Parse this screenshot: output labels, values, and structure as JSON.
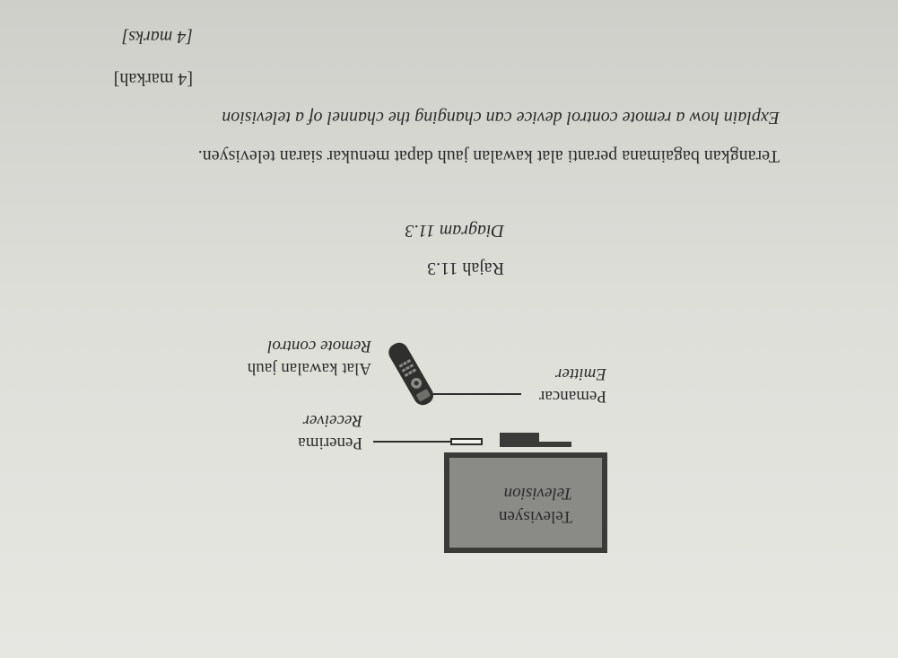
{
  "diagram": {
    "television_ms": "Televisyen",
    "television_en": "Television",
    "receiver_ms": "Penerima",
    "receiver_en": "Receiver",
    "emitter_ms": "Pemancar",
    "emitter_en": "Emitter",
    "remote_ms": "Alat kawalan jauh",
    "remote_en": "Remote control",
    "caption_ms": "Rajah 11.3",
    "caption_en": "Diagram 11.3"
  },
  "question": {
    "text_ms": "Terangkan bagaimana peranti alat kawalan jauh dapat menukar siaran televisyen.",
    "text_en": "Explain how a remote control device can changing the channel of a television",
    "marks_ms": "[4 markah]",
    "marks_en": "[4 marks]"
  }
}
